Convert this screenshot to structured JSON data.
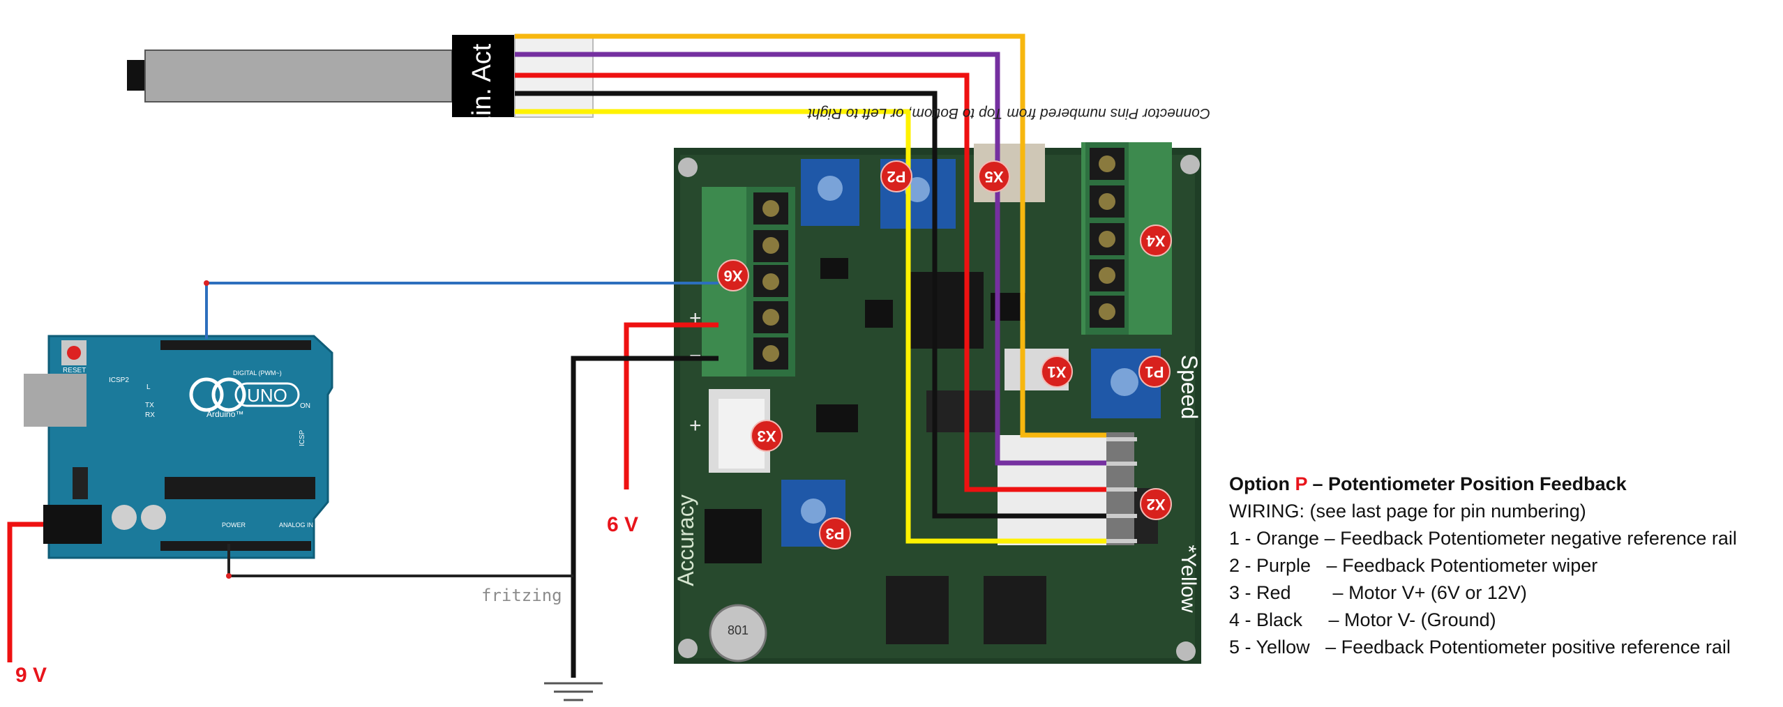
{
  "actuator": {
    "label": "Lin. Act"
  },
  "board": {
    "mirrored_note": "Connector Pins numbered from Top to Bottom, or Left to Right",
    "connectors": [
      "X6",
      "P2",
      "X5",
      "X4",
      "X1",
      "P1",
      "X3",
      "X2",
      "P3"
    ],
    "edge_labels": {
      "speed": "Speed",
      "accuracy": "Accuracy",
      "yellow": "*Yellow"
    }
  },
  "arduino": {
    "logo": "UNO",
    "brand": "Arduino™",
    "reset": "RESET",
    "icsp2": "ICSP2",
    "icsp": "ICSP",
    "digital": "DIGITAL (PWM~)",
    "power": "POWER",
    "analog": "ANALOG IN",
    "on": "ON",
    "tx": "TX",
    "rx": "RX",
    "l": "L"
  },
  "voltages": {
    "six": "6 V",
    "nine": "9 V"
  },
  "watermark": "fritzing",
  "wire_colors": {
    "orange": "#f7b70f",
    "purple": "#7530a0",
    "red": "#ee1111",
    "black": "#111111",
    "yellow": "#fff200",
    "blue": "#2d6fbd"
  },
  "notes": {
    "title_prefix": "Option ",
    "title_letter": "P",
    "title_suffix": " – Potentiometer Position Feedback",
    "wiring": "WIRING: (see last page for pin numbering)",
    "lines": [
      "1 - Orange – Feedback Potentiometer negative reference rail",
      "2 - Purple   – Feedback Potentiometer wiper",
      "3 - Red        – Motor V+ (6V or 12V)",
      "4 - Black     – Motor V- (Ground)",
      "5 - Yellow   – Feedback Potentiometer positive reference rail"
    ]
  }
}
